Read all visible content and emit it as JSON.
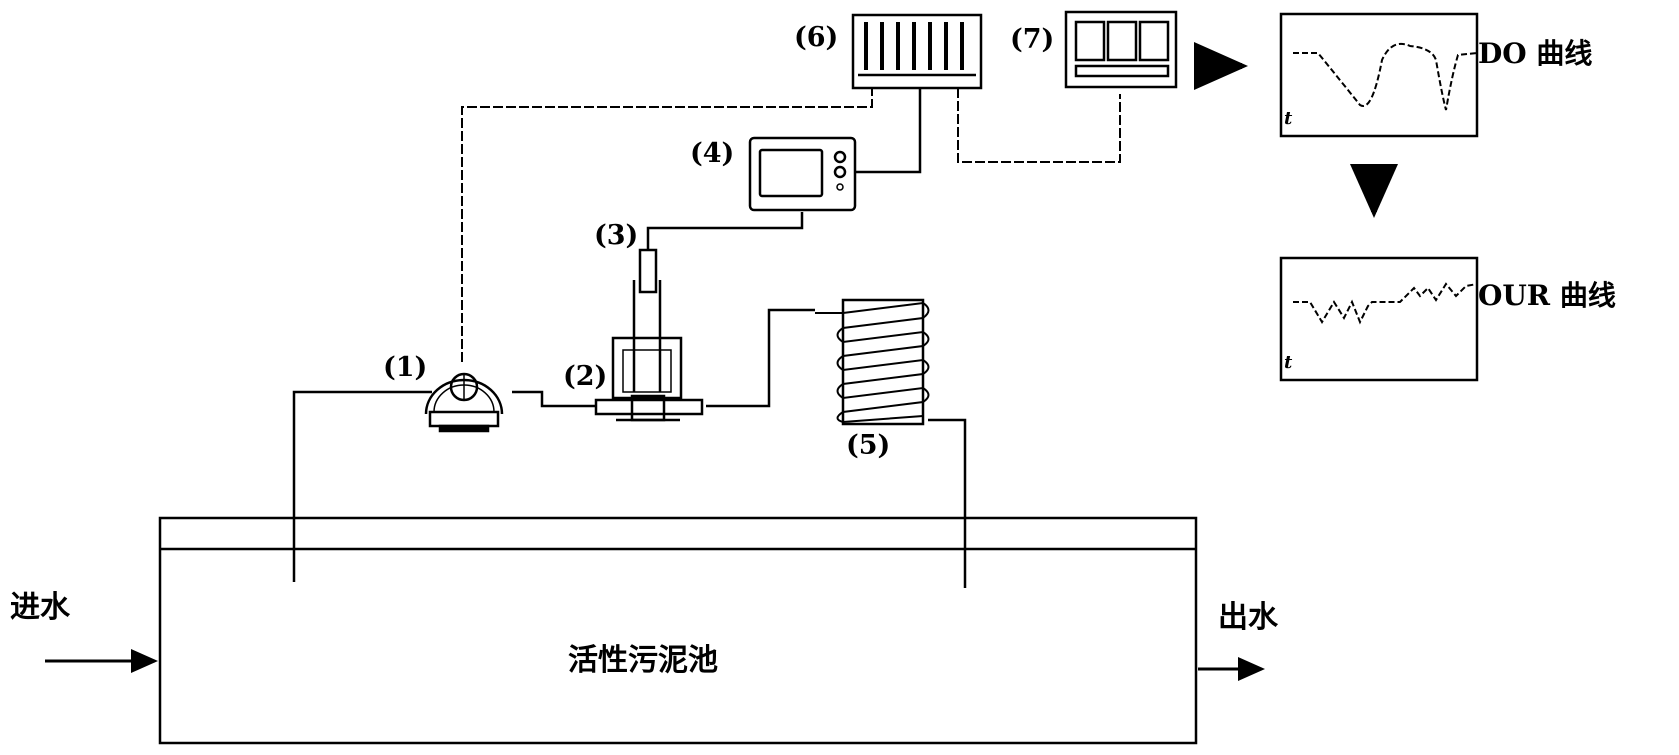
{
  "labels": {
    "pump": "(1)",
    "reactor": "(2)",
    "probe": "(3)",
    "meter": "(4)",
    "coil": "(5)",
    "interface": "(6)",
    "computer": "(7)"
  },
  "tank": {
    "name": "活性污泥池",
    "inlet": "进水",
    "outlet": "出水"
  },
  "curves": {
    "do": {
      "label": "DO 曲线",
      "axis": "t"
    },
    "our": {
      "label": "OUR 曲线",
      "axis": "t"
    }
  }
}
